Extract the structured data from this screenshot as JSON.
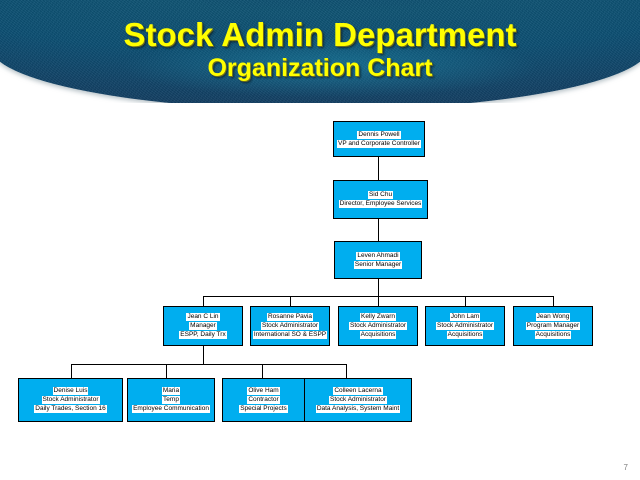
{
  "slide": {
    "title_main": "Stock Admin Department",
    "title_sub": "Organization Chart",
    "page_number": "7",
    "colors": {
      "title_text": "#FFFF00",
      "banner_dark": "#16324F",
      "banner_teal": "#0E5373",
      "node_fill": "#00AEEF",
      "node_border": "#000000",
      "label_bg": "#FFFFFF",
      "label_text": "#000000"
    }
  },
  "chart_data": {
    "type": "diagram",
    "title": "Stock Admin Department Organization Chart",
    "layout": "top-down org chart",
    "levels": [
      {
        "level": 1,
        "node_ids": [
          "n1"
        ]
      },
      {
        "level": 2,
        "node_ids": [
          "n2"
        ]
      },
      {
        "level": 3,
        "node_ids": [
          "n3"
        ]
      },
      {
        "level": 4,
        "node_ids": [
          "n4",
          "n5",
          "n6",
          "n7",
          "n8"
        ]
      },
      {
        "level": 5,
        "node_ids": [
          "n9",
          "n10",
          "n11",
          "n12"
        ]
      }
    ],
    "nodes": [
      {
        "id": "n1",
        "name": "Dennis Powell",
        "title": "VP and Corporate Controller",
        "detail": ""
      },
      {
        "id": "n2",
        "name": "Sid Chu",
        "title": "Director, Employee Services",
        "detail": ""
      },
      {
        "id": "n3",
        "name": "Leven Ahmadi",
        "title": "Senior Manager",
        "detail": ""
      },
      {
        "id": "n4",
        "name": "Jean C Lin",
        "title": "Manager",
        "detail": "ESPP, Daily Trx"
      },
      {
        "id": "n5",
        "name": "Rosanne Pavia",
        "title": "Stock Administrator",
        "detail": "International SO & ESPP"
      },
      {
        "id": "n6",
        "name": "Kelly Zwarn",
        "title": "Stock Administrator",
        "detail": "Acquisitions"
      },
      {
        "id": "n7",
        "name": "John Lam",
        "title": "Stock Administrator",
        "detail": "Acquisitions"
      },
      {
        "id": "n8",
        "name": "Jean Wong",
        "title": "Program Manager",
        "detail": "Acquisitions"
      },
      {
        "id": "n9",
        "name": "Denise Luis",
        "title": "Stock Administrator",
        "detail": "Daily Trades, Section 16"
      },
      {
        "id": "n10",
        "name": "Maria",
        "title": "Temp",
        "detail": "Employee Communication"
      },
      {
        "id": "n11",
        "name": "Olive Ham",
        "title": "Contractor",
        "detail": "Special Projects"
      },
      {
        "id": "n12",
        "name": "Colleen Lacerna",
        "title": "Stock Administrator",
        "detail": "Data Analysis, System Maint"
      }
    ],
    "edges": [
      {
        "from": "n1",
        "to": "n2"
      },
      {
        "from": "n2",
        "to": "n3"
      },
      {
        "from": "n3",
        "to": "n4"
      },
      {
        "from": "n3",
        "to": "n5"
      },
      {
        "from": "n3",
        "to": "n6"
      },
      {
        "from": "n3",
        "to": "n7"
      },
      {
        "from": "n3",
        "to": "n8"
      },
      {
        "from": "n4",
        "to": "n9"
      },
      {
        "from": "n4",
        "to": "n10"
      },
      {
        "from": "n4",
        "to": "n11"
      },
      {
        "from": "n4",
        "to": "n12"
      }
    ]
  }
}
